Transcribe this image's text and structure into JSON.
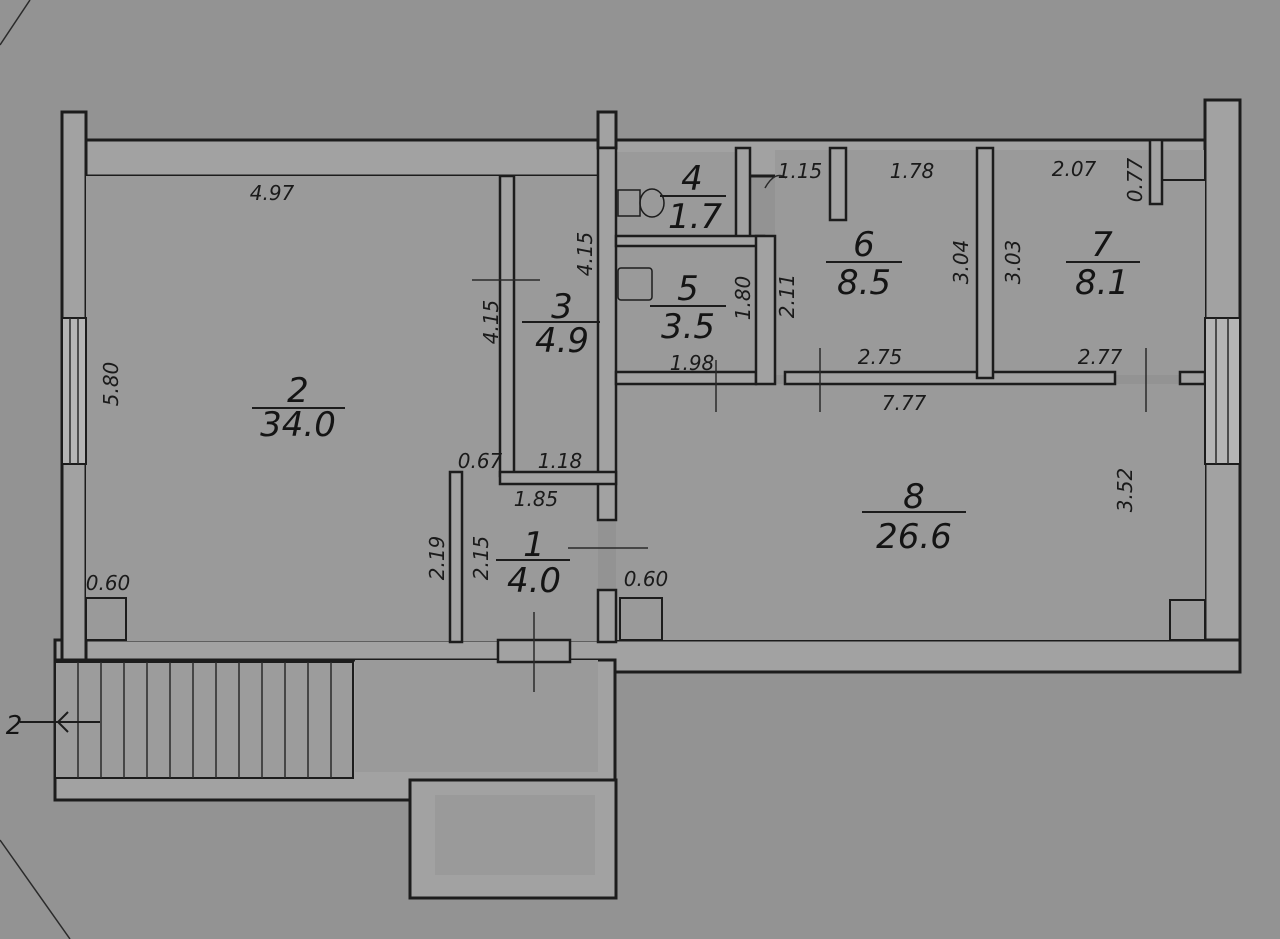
{
  "rooms": [
    {
      "number": "1",
      "area": "4.0"
    },
    {
      "number": "2",
      "area": "34.0"
    },
    {
      "number": "3",
      "area": "4.9"
    },
    {
      "number": "4",
      "area": "1.7"
    },
    {
      "number": "5",
      "area": "3.5"
    },
    {
      "number": "6",
      "area": "8.5"
    },
    {
      "number": "7",
      "area": "8.1"
    },
    {
      "number": "8",
      "area": "26.6"
    }
  ],
  "dimensions": {
    "room2_width": "4.97",
    "room2_height": "5.80",
    "room2_corner": "0.60",
    "room3_height_left": "4.15",
    "room3_height_right": "4.15",
    "room3_width": "1.18",
    "room3_offset": "0.67",
    "room1_width": "1.85",
    "room1_height_outer": "2.19",
    "room1_height_inner": "2.15",
    "room8_corner": "0.60",
    "room5_width": "1.98",
    "room5_height": "1.80",
    "room6_door": "1.15",
    "room6_width_top": "1.78",
    "room6_height_left": "2.11",
    "room6_height_right": "3.04",
    "room6_width_bottom": "2.75",
    "room7_width": "2.07",
    "room7_small": "0.77",
    "room7_height": "3.03",
    "room7_width_bottom": "2.77",
    "room8_width": "7.77",
    "room8_height": "3.52"
  },
  "section_mark": "2"
}
